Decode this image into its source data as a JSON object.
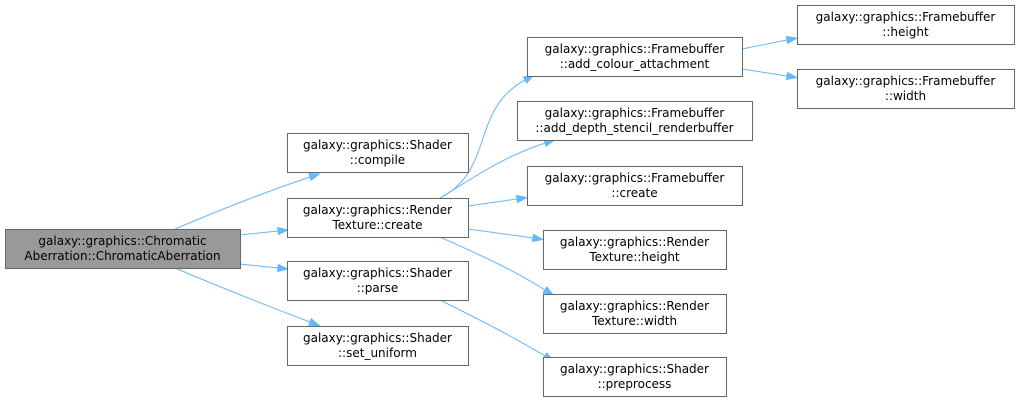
{
  "graph": {
    "nodes": [
      {
        "id": "ca_ctor",
        "lines": [
          "galaxy::graphics::Chromatic",
          "Aberration::ChromaticAberration"
        ],
        "root": true
      },
      {
        "id": "shader_compile",
        "lines": [
          "galaxy::graphics::Shader",
          "::compile"
        ]
      },
      {
        "id": "rt_create",
        "lines": [
          "galaxy::graphics::Render",
          "Texture::create"
        ]
      },
      {
        "id": "shader_parse",
        "lines": [
          "galaxy::graphics::Shader",
          "::parse"
        ]
      },
      {
        "id": "shader_set_uniform",
        "lines": [
          "galaxy::graphics::Shader",
          "::set_uniform"
        ]
      },
      {
        "id": "fb_add_colour",
        "lines": [
          "galaxy::graphics::Framebuffer",
          "::add_colour_attachment"
        ]
      },
      {
        "id": "fb_add_depth",
        "lines": [
          "galaxy::graphics::Framebuffer",
          "::add_depth_stencil_renderbuffer"
        ]
      },
      {
        "id": "fb_create",
        "lines": [
          "galaxy::graphics::Framebuffer",
          "::create"
        ]
      },
      {
        "id": "rt_height",
        "lines": [
          "galaxy::graphics::Render",
          "Texture::height"
        ]
      },
      {
        "id": "rt_width",
        "lines": [
          "galaxy::graphics::Render",
          "Texture::width"
        ]
      },
      {
        "id": "shader_preprocess",
        "lines": [
          "galaxy::graphics::Shader",
          "::preprocess"
        ]
      },
      {
        "id": "fb_height",
        "lines": [
          "galaxy::graphics::Framebuffer",
          "::height"
        ]
      },
      {
        "id": "fb_width",
        "lines": [
          "galaxy::graphics::Framebuffer",
          "::width"
        ]
      }
    ],
    "edges": [
      {
        "from": "ca_ctor",
        "to": "shader_compile"
      },
      {
        "from": "ca_ctor",
        "to": "rt_create"
      },
      {
        "from": "ca_ctor",
        "to": "shader_parse"
      },
      {
        "from": "ca_ctor",
        "to": "shader_set_uniform"
      },
      {
        "from": "rt_create",
        "to": "fb_add_colour"
      },
      {
        "from": "rt_create",
        "to": "fb_add_depth"
      },
      {
        "from": "rt_create",
        "to": "fb_create"
      },
      {
        "from": "rt_create",
        "to": "rt_height"
      },
      {
        "from": "rt_create",
        "to": "rt_width"
      },
      {
        "from": "shader_parse",
        "to": "shader_preprocess"
      },
      {
        "from": "fb_add_colour",
        "to": "fb_height"
      },
      {
        "from": "fb_add_colour",
        "to": "fb_width"
      }
    ],
    "colors": {
      "edge": "#63b8ff",
      "root_fill": "#999999",
      "node_fill": "#ffffff",
      "node_border": "#666666"
    }
  }
}
